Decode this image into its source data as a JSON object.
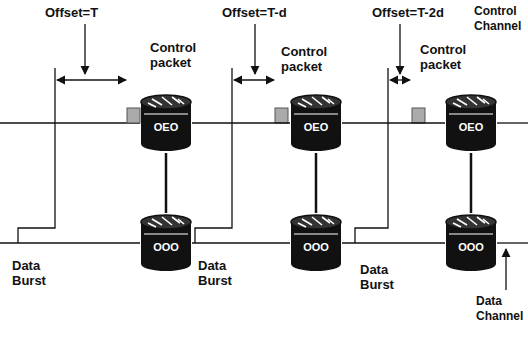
{
  "diagram": {
    "nodes": [
      {
        "text": [
          "OEO"
        ]
      },
      {
        "text": [
          "OOO"
        ]
      },
      {
        "text": [
          "OEO"
        ]
      },
      {
        "text": [
          "OOO"
        ]
      },
      {
        "text": [
          "OEO"
        ]
      },
      {
        "text": [
          "OOO"
        ]
      }
    ],
    "edges": [
      {
        "from": 0,
        "to": 1,
        "arrow": "none"
      },
      {
        "from": 2,
        "to": 3,
        "arrow": "none"
      },
      {
        "from": 4,
        "to": 5,
        "arrow": "none"
      },
      {
        "from": 0,
        "to": 2,
        "arrow": "none"
      },
      {
        "from": 2,
        "to": 4,
        "arrow": "none"
      },
      {
        "from": 1,
        "to": 3,
        "arrow": "none"
      },
      {
        "from": 3,
        "to": 5,
        "arrow": "none"
      }
    ],
    "labels": [
      "Offset=T",
      "Control packet",
      "Offset=T-d",
      "Control packet",
      "Offset=T-2d",
      "Control packet",
      "Control Channel",
      "Data Burst",
      "Data Burst",
      "Data Burst",
      "Data Channel"
    ]
  }
}
